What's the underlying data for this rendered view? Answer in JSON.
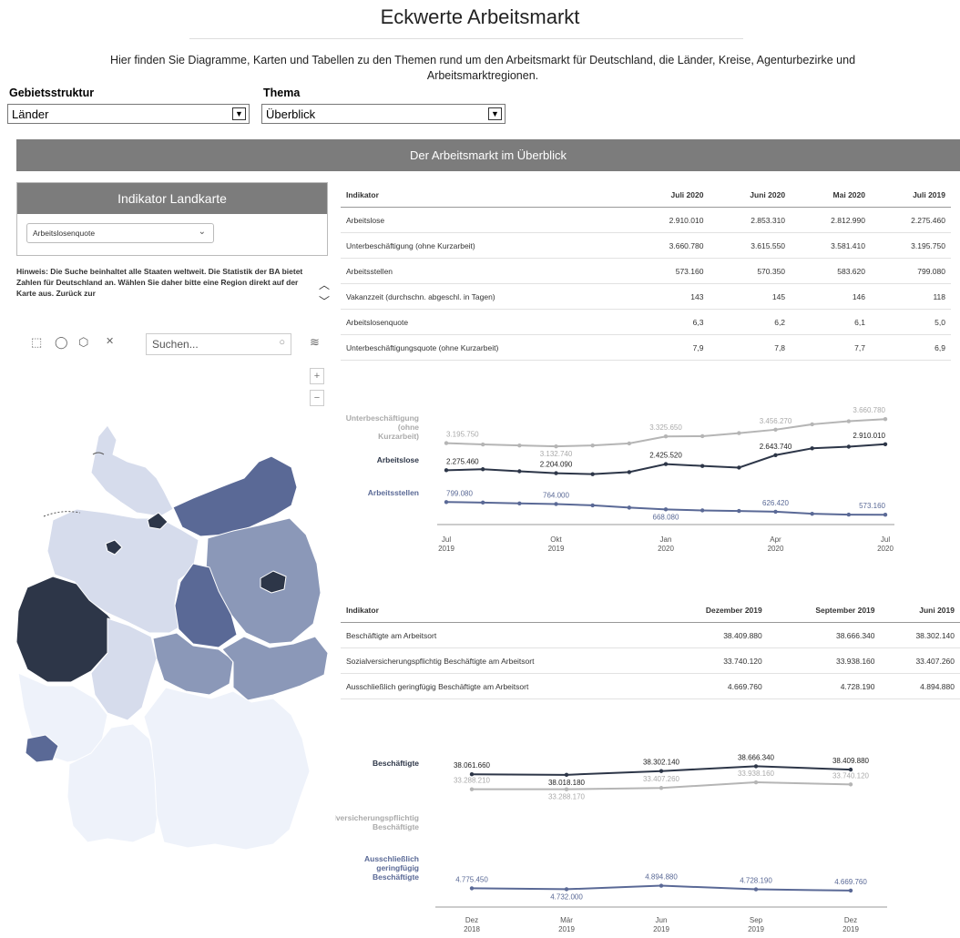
{
  "header": {
    "title": "Eckwerte Arbeitsmarkt",
    "intro_line1": "Hier finden Sie Diagramme, Karten und Tabellen zu den Themen rund um den Arbeitsmarkt für Deutschland, die Länder, Kreise, Agenturbezirke und",
    "intro_line2": "Arbeitsmarktregionen."
  },
  "filters": {
    "gebiet_label": "Gebietsstruktur",
    "gebiet_value": "Länder",
    "thema_label": "Thema",
    "thema_value": "Überblick"
  },
  "banner": "Der Arbeitsmarkt im Überblick",
  "indicator_panel": {
    "title": "Indikator Landkarte",
    "selected": "Arbeitslosenquote",
    "hint": "Hinweis: Die Suche beinhaltet alle Staaten weltweit. Die Statistik der BA bietet Zahlen für Deutschland an. Wählen Sie daher bitte eine Region direkt auf der Karte aus. Zurück zur"
  },
  "map": {
    "search_placeholder": "Suchen...",
    "zoom_in": "+",
    "zoom_out": "−",
    "icons": [
      "select-rectangle-icon",
      "select-circle-icon",
      "select-polygon-icon",
      "clear-selection-icon",
      "search-icon",
      "layers-icon"
    ],
    "colors": [
      "#2d3648",
      "#5a6996",
      "#8b98b8",
      "#d6dcec",
      "#eef2fa"
    ]
  },
  "table1": {
    "headers": [
      "Indikator",
      "Juli 2020",
      "Juni 2020",
      "Mai 2020",
      "Juli 2019"
    ],
    "rows": [
      [
        "Arbeitslose",
        "2.910.010",
        "2.853.310",
        "2.812.990",
        "2.275.460"
      ],
      [
        "Unterbeschäftigung (ohne Kurzarbeit)",
        "3.660.780",
        "3.615.550",
        "3.581.410",
        "3.195.750"
      ],
      [
        "Arbeitsstellen",
        "573.160",
        "570.350",
        "583.620",
        "799.080"
      ],
      [
        "Vakanzzeit (durchschn. abgeschl. in Tagen)",
        "143",
        "145",
        "146",
        "118"
      ],
      [
        "Arbeitslosenquote",
        "6,3",
        "6,2",
        "6,1",
        "5,0"
      ],
      [
        "Unterbeschäftigungsquote (ohne Kurzarbeit)",
        "7,9",
        "7,8",
        "7,7",
        "6,9"
      ]
    ]
  },
  "table2": {
    "headers": [
      "Indikator",
      "Dezember 2019",
      "September 2019",
      "Juni 2019"
    ],
    "rows": [
      [
        "Beschäftigte am Arbeitsort",
        "38.409.880",
        "38.666.340",
        "38.302.140"
      ],
      [
        "Sozialversicherungspflichtig Beschäftigte am Arbeitsort",
        "33.740.120",
        "33.938.160",
        "33.407.260"
      ],
      [
        "Ausschließlich geringfügig Beschäftigte am Arbeitsort",
        "4.669.760",
        "4.728.190",
        "4.894.880"
      ]
    ]
  },
  "chart_data": [
    {
      "type": "line",
      "x_ticks": [
        [
          "Jul",
          "2019"
        ],
        [
          "Okt",
          "2019"
        ],
        [
          "Jan",
          "2020"
        ],
        [
          "Apr",
          "2020"
        ],
        [
          "Jul",
          "2020"
        ]
      ],
      "series": [
        {
          "name": "Unterbeschäftigung (ohne Kurzarbeit)",
          "color": "#b5b5b5",
          "values": [
            3195750,
            3170000,
            3150000,
            3132740,
            3150000,
            3190000,
            3325650,
            3330000,
            3390000,
            3456270,
            3560000,
            3620000,
            3660780
          ],
          "labels": {
            "0": "3.195.750",
            "3": "3.132.740",
            "6": "3.325.650",
            "9": "3.456.270",
            "12": "3.660.780"
          }
        },
        {
          "name": "Arbeitslose",
          "color": "#2d3648",
          "values": [
            2275460,
            2300000,
            2250000,
            2204090,
            2180000,
            2230000,
            2425520,
            2380000,
            2340000,
            2643740,
            2810000,
            2850000,
            2910010
          ],
          "labels": {
            "0": "2.275.460",
            "3": "2.204.090",
            "6": "2.425.520",
            "9": "2.643.740",
            "12": "2.910.010"
          }
        },
        {
          "name": "Arbeitsstellen",
          "color": "#5a6996",
          "values": [
            799080,
            790000,
            775000,
            764000,
            740000,
            700000,
            668080,
            650000,
            640000,
            626420,
            590000,
            575000,
            573160
          ],
          "labels": {
            "0": "799.080",
            "3": "764.000",
            "6": "668.080",
            "9": "626.420",
            "12": "573.160"
          }
        }
      ]
    },
    {
      "type": "line",
      "x_ticks": [
        [
          "Dez",
          "2018"
        ],
        [
          "Mär",
          "2019"
        ],
        [
          "Jun",
          "2019"
        ],
        [
          "Sep",
          "2019"
        ],
        [
          "Dez",
          "2019"
        ]
      ],
      "series": [
        {
          "name": "Beschäftigte",
          "color": "#2d3648",
          "values": [
            38061660,
            38018180,
            38302140,
            38666340,
            38409880
          ],
          "labels": [
            "38.061.660",
            "38.018.180",
            "38.302.140",
            "38.666.340",
            "38.409.880"
          ]
        },
        {
          "name": "Sozialversicherungspflichtig Beschäftigte",
          "color": "#b5b5b5",
          "values": [
            33288210,
            33288170,
            33407260,
            33938160,
            33740120
          ],
          "labels": [
            "33.288.210",
            "33.288.170",
            "33.407.260",
            "33.938.160",
            "33.740.120"
          ]
        },
        {
          "name": "Ausschließlich geringfügig Beschäftigte",
          "color": "#5a6996",
          "values": [
            4775450,
            4732000,
            4894880,
            4728190,
            4669760
          ],
          "labels": [
            "4.775.450",
            "4.732.000",
            "4.894.880",
            "4.728.190",
            "4.669.760"
          ]
        }
      ]
    }
  ]
}
